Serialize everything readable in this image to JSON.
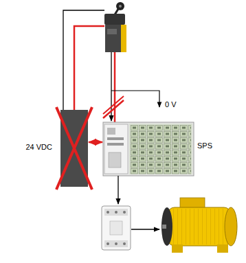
{
  "diagram": {
    "nodes": [
      {
        "text": [
          "24 VDC"
        ]
      },
      {
        "text": [
          "SPS"
        ]
      }
    ],
    "edges": [
      {
        "from": 0,
        "to": 1,
        "arrow": "both"
      }
    ],
    "labels": [
      "0 V"
    ]
  }
}
